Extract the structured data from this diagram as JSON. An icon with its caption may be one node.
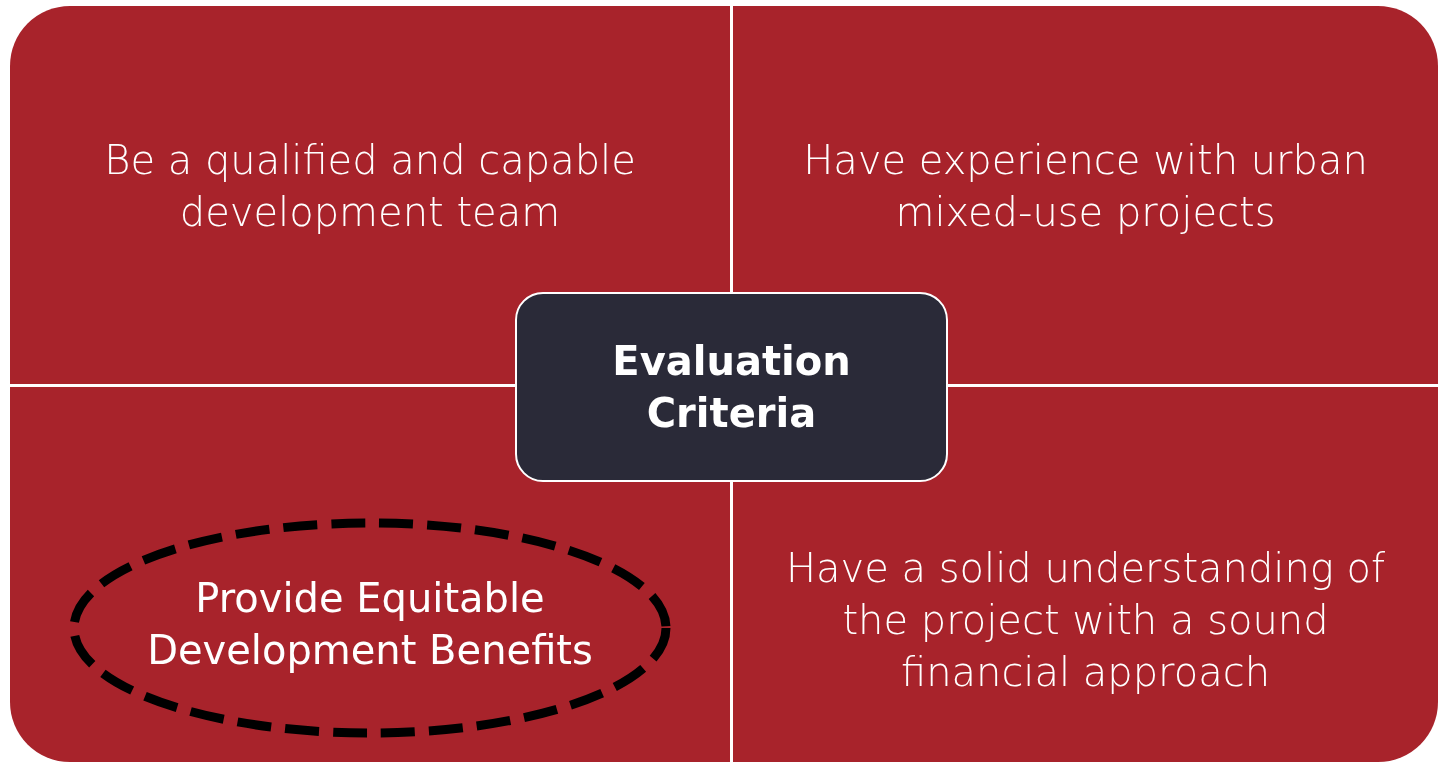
{
  "diagram": {
    "nodes": [
      {
        "text": [
          "Be a qualified and capable development team"
        ]
      },
      {
        "text": [
          "Have experience with urban mixed-use projects"
        ]
      },
      {
        "text": [
          "Evaluation Criteria"
        ]
      },
      {
        "text": [],
        "shape": "box"
      },
      {
        "text": [
          "Provide Equitable Development Benefits"
        ],
        "in": 3
      },
      {
        "text": [
          "Have a solid understanding of the project with a sound financial approach"
        ]
      }
    ],
    "edges": []
  }
}
